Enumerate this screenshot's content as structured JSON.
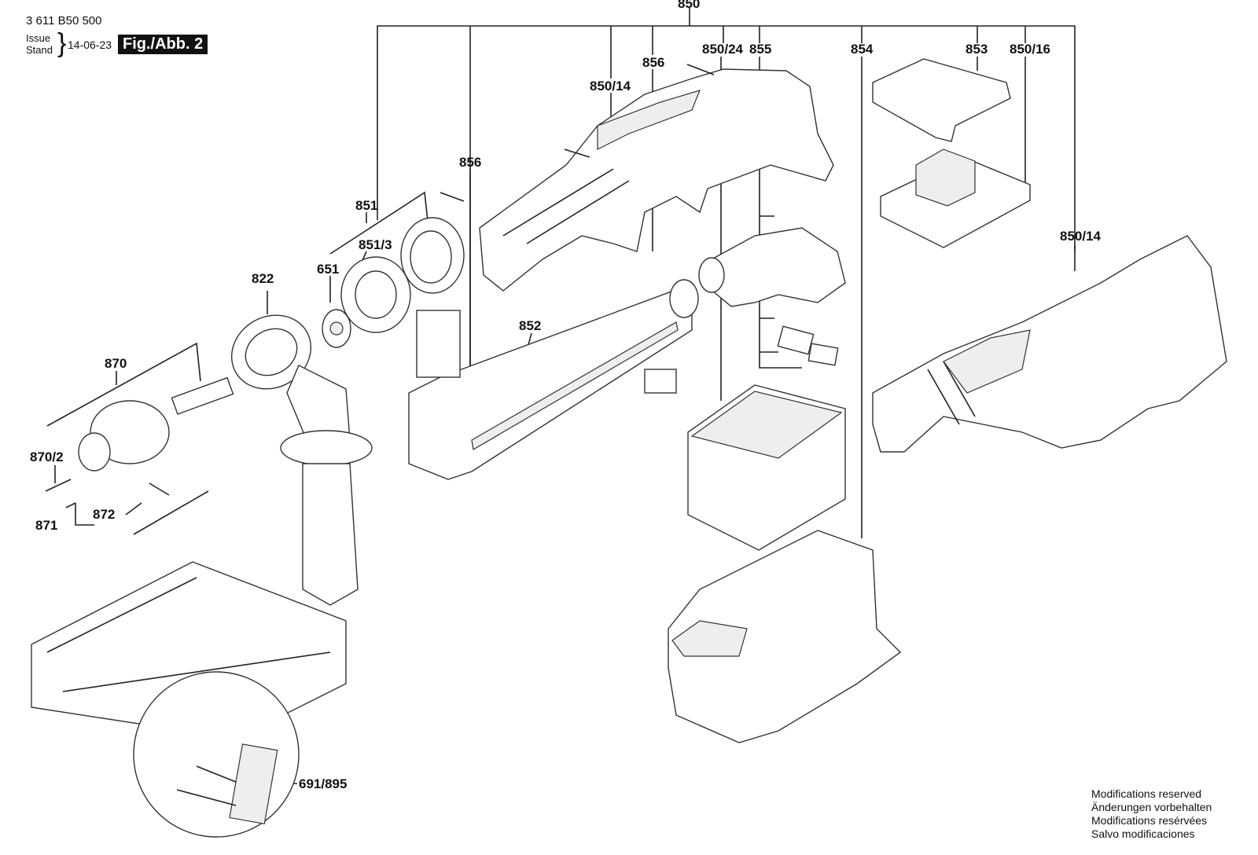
{
  "header": {
    "doc_number": "3 611 B50 500",
    "issue_label": "Issue",
    "stand_label": "Stand",
    "date": "14-06-23",
    "figure": "Fig./Abb. 2"
  },
  "labels": {
    "top": "850",
    "l850_14a": "850/14",
    "l856a": "856",
    "l850_24": "850/24",
    "l855": "855",
    "l854": "854",
    "l853": "853",
    "l850_16": "850/16",
    "l856b": "856",
    "l851": "851",
    "l851_3": "851/3",
    "l651": "651",
    "l822": "822",
    "l852": "852",
    "l870": "870",
    "l870_2": "870/2",
    "l871": "871",
    "l872": "872",
    "l850_14b": "850/14",
    "l691_895": "691/895"
  },
  "notes": [
    "Modifications reserved",
    "Änderungen vorbehalten",
    "Modifications resérvées",
    "Salvo modificaciones"
  ]
}
